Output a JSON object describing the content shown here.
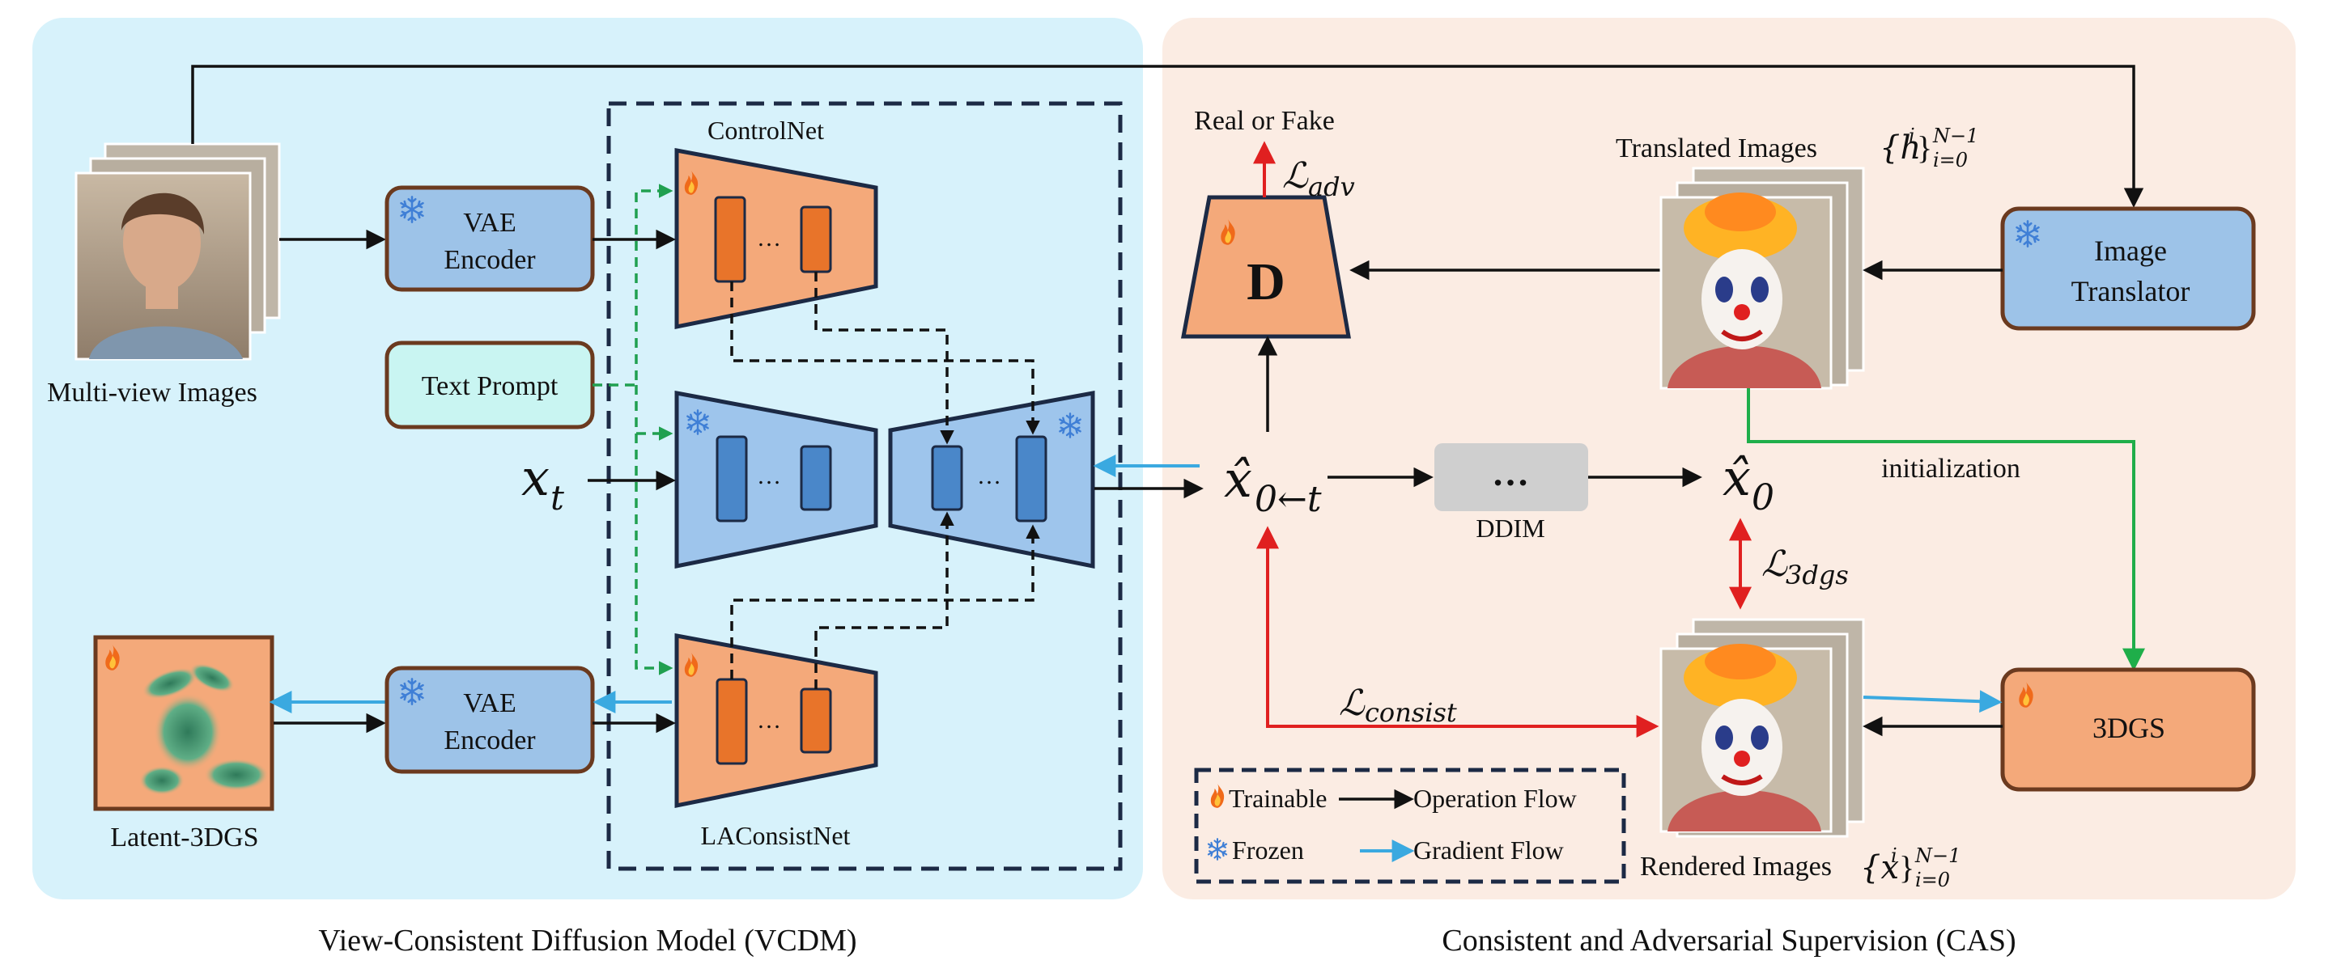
{
  "panels": {
    "left_caption": "View-Consistent Diffusion Model (VCDM)",
    "right_caption": "Consistent and Adversarial Supervision (CAS)"
  },
  "left": {
    "multiview_label": "Multi-view Images",
    "vae_encoder_top": "VAE\nEncoder",
    "vae_encoder_bottom": "VAE\nEncoder",
    "text_prompt": "Text Prompt",
    "controlnet_label": "ControlNet",
    "laconsistnet_label": "LAConsistNet",
    "latent3dgs_label": "Latent-3DGS",
    "xt_label": "x",
    "xt_sub": "t",
    "ellipsis": "…"
  },
  "right": {
    "real_or_fake": "Real or Fake",
    "adv_loss": "adv",
    "discriminator": "D",
    "translated_images": "Translated Images",
    "translated_images_math": "{h",
    "image_translator": "Image\nTranslator",
    "x0t_label": "x̂",
    "x0t_sub": "0←t",
    "ddim_dots": "…",
    "ddim_label": "DDIM",
    "x0_label": "x̂",
    "x0_sub": "0",
    "initialization": "initialization",
    "loss_3dgs": "3dgs",
    "loss_consist": "consist",
    "threedgs": "3DGS",
    "rendered_images": "Rendered Images",
    "rendered_images_math": "{x",
    "set_superscript_i": "i",
    "set_range_top": "N−1",
    "set_range_bottom": "i=0"
  },
  "legend": {
    "trainable": "Trainable",
    "frozen": "Frozen",
    "operation_flow": "Operation Flow",
    "gradient_flow": "Gradient Flow"
  },
  "colors": {
    "left_bg": "#d7f2fb",
    "right_bg": "#fbece3",
    "orange_fill": "#f4a97a",
    "orange_stroke": "#2c3e5c",
    "blue_fill": "#9ec5ec",
    "blue_dark": "#4a87c9",
    "orange_dark": "#e8742a",
    "vae_fill": "#9dc3e8",
    "vae_stroke": "#6b3a1f",
    "text_prompt_fill": "#c9f5f2",
    "arrow_black": "#111111",
    "arrow_red": "#e02020",
    "arrow_blue": "#3aa9e0",
    "arrow_green": "#1fae4a",
    "ddim_gray": "#cfcfcf",
    "green_dashed": "#20a050"
  },
  "icons": [
    "fire-icon",
    "snowflake-icon"
  ]
}
